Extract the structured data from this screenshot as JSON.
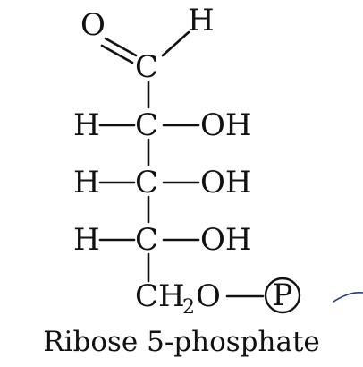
{
  "molecule": {
    "top": {
      "oxygen": "O",
      "hydrogen": "H",
      "carbon": "C"
    },
    "rows": [
      {
        "left": "H",
        "center": "C",
        "right": "OH"
      },
      {
        "left": "H",
        "center": "C",
        "right": "OH"
      },
      {
        "left": "H",
        "center": "C",
        "right": "OH"
      }
    ],
    "bottom": {
      "ch": "CH",
      "subscript": "2",
      "oxygen": "O",
      "phosphate": "P"
    }
  },
  "caption": "Ribose 5-phosphate",
  "colors": {
    "ink": "#111111",
    "annotation_stroke": "#1f3b8f"
  }
}
